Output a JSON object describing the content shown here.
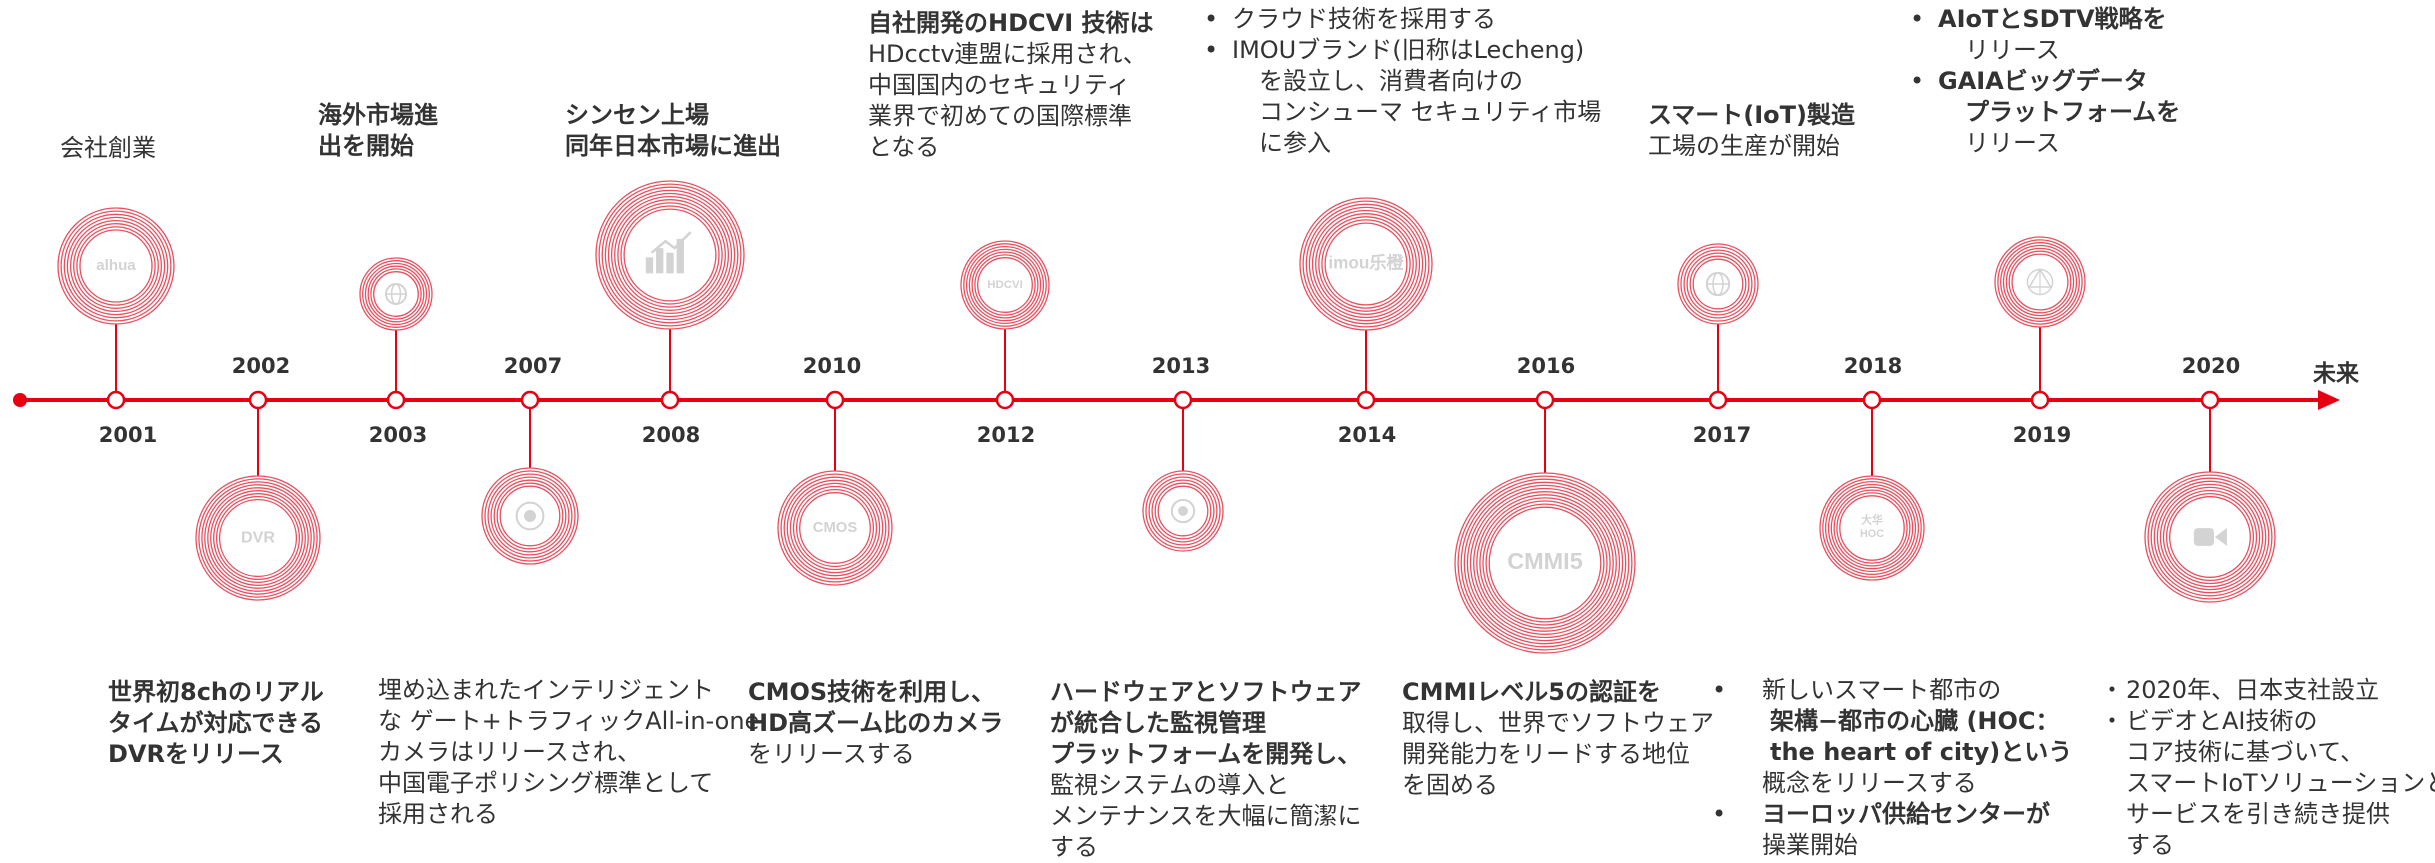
{
  "colors": {
    "accent": "#e60012",
    "ring": "#e8505f",
    "icon": "#d3d3d3"
  },
  "future_label": "未来",
  "milestones": [
    {
      "year": "2001",
      "icon": "dahua-logo",
      "icon_text": "alhua",
      "lines": [
        "会社創業"
      ]
    },
    {
      "year": "2002",
      "icon": "dvr-label",
      "icon_text": "DVR",
      "lines": [
        "世界初8chのリアル",
        "タイムが対応できる",
        "DVRをリリース"
      ]
    },
    {
      "year": "2003",
      "icon": "globe-icon",
      "icon_text": "",
      "lines": [
        "海外市場進",
        "出を開始"
      ]
    },
    {
      "year": "2007",
      "icon": "camera-icon",
      "icon_text": "",
      "lines": [
        "埋め込まれたインテリジェント",
        "な ゲート+トラフィックAll-in-one",
        "カメラはリリースされ、",
        "中国電子ポリシング標準として",
        "採用される"
      ]
    },
    {
      "year": "2008",
      "icon": "growth-chart-icon",
      "icon_text": "",
      "lines": [
        "シンセン上場",
        "同年日本市場に進出"
      ]
    },
    {
      "year": "2010",
      "icon": "cmos-label",
      "icon_text": "CMOS",
      "lines": [
        "CMOS技術を利用し、",
        "HD高ズーム比のカメラ",
        "をリリースする"
      ]
    },
    {
      "year": "2012",
      "icon": "hdcvi-label",
      "icon_text": "HDCVI",
      "lines": [
        "自社開発のHDCVI 技術は",
        "HDcctv連盟に採用され、",
        "中国国内のセキュリティ",
        "業界で初めての国際標準",
        "となる"
      ]
    },
    {
      "year": "2013",
      "icon": "dome-camera-icon",
      "icon_text": "",
      "lines": [
        "ハードウェアとソフトウェア",
        "が統合した監視管理",
        "プラットフォームを開発し、",
        "監視システムの導入と",
        "メンテナンスを大幅に簡潔に",
        "する"
      ]
    },
    {
      "year": "2014",
      "icon": "imou-logo",
      "icon_text": "imou乐橙",
      "lines": [
        "クラウド技術を採用する",
        "IMOUブランド(旧称はLecheng)",
        "を設立し、消費者向けの",
        "コンシューマ セキュリティ市場",
        "に参入"
      ]
    },
    {
      "year": "2016",
      "icon": "cmmi5-label",
      "icon_text": "CMMI5",
      "lines": [
        "CMMIレベル5の認証を",
        "取得し、世界でソフトウェア",
        "開発能力をリードする地位",
        "を固める"
      ]
    },
    {
      "year": "2017",
      "icon": "globe-icon",
      "icon_text": "",
      "lines": [
        "スマート(IoT)製造",
        "工場の生産が開始"
      ]
    },
    {
      "year": "2018",
      "icon": "hoc-logo",
      "icon_text": "HOC",
      "icon_text_top": "大华",
      "lines": [
        "新しいスマート都市の",
        "架構−都市の心臓 (HOC：",
        "the heart of city)という",
        "概念をリリースする",
        "ヨーロッパ供給センターが",
        "操業開始"
      ]
    },
    {
      "year": "2019",
      "icon": "network-sphere-icon",
      "icon_text": "",
      "lines": [
        "AIoTとSDTV戦略を",
        "リリース",
        "GAIAビッグデータ",
        "プラットフォームを",
        "リリース"
      ]
    },
    {
      "year": "2020",
      "icon": "video-camera-icon",
      "icon_text": "",
      "lines": [
        "2020年、日本支社設立",
        "ビデオとAI技術の",
        "コア技術に基づいて、",
        "スマートIoTソリューションと",
        "サービスを引き続き提供",
        "する"
      ]
    }
  ]
}
